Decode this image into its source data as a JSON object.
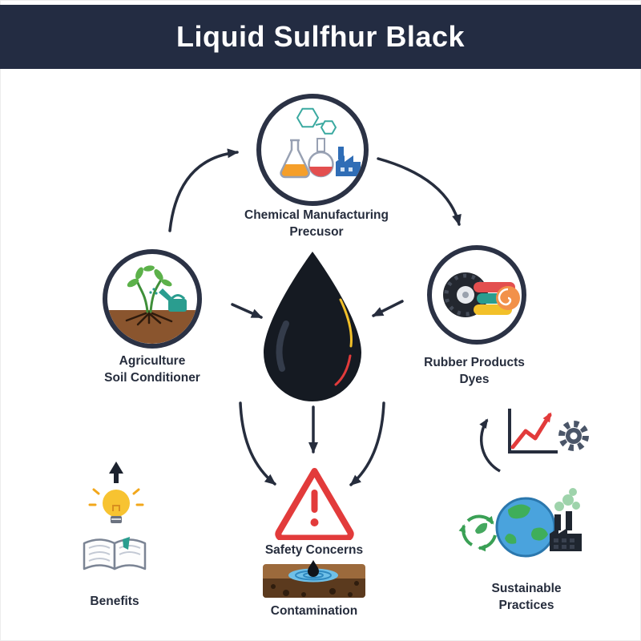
{
  "header": {
    "title": "Liquid Sulfhur Black"
  },
  "nodes": {
    "chemical": {
      "line1": "Chemical Manufacturing",
      "line2": "Precusor"
    },
    "agriculture": {
      "line1": "Agriculture",
      "line2": "Soil Conditioner"
    },
    "rubber": {
      "line1": "Rubber Products",
      "line2": "Dyes"
    },
    "safety": {
      "label": "Safety Concerns"
    },
    "contamination": {
      "label": "Contamination"
    },
    "benefits": {
      "label": "Benefits"
    },
    "sustainable": {
      "line1": "Sustainable",
      "line2": "Practices"
    }
  },
  "icons": {
    "center": "liquid-drop",
    "chemical": "flasks-molecule-factory",
    "agriculture": "plant-soil-watering-can",
    "rubber": "tire-dye-rolls",
    "safety": "warning-triangle",
    "contamination": "polluted-soil-water",
    "benefits": "lightbulb-arrow-open-book",
    "growth": "chart-gear-cycle",
    "sustainable": "recycle-globe-factory"
  },
  "colors": {
    "header_bg": "#232c42",
    "ink": "#262d3d",
    "accent_red": "#e23b3b",
    "accent_teal": "#2a9d8f",
    "accent_blue": "#2f6db6",
    "accent_yellow": "#f2c029",
    "drop_black": "#151a22",
    "soil_brown": "#8a552e",
    "eco_green": "#3aa055"
  }
}
